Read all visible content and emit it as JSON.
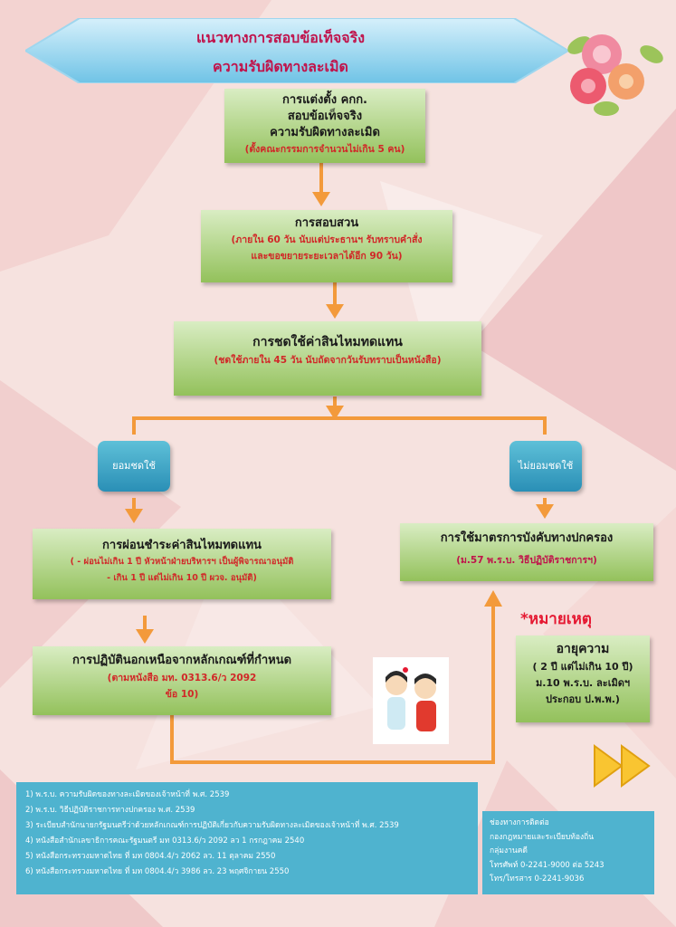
{
  "banner": {
    "line1": "แนวทางการสอบข้อเท็จจริง",
    "line2": "ความรับผิดทางละเมิด"
  },
  "steps": {
    "appoint": {
      "title1": "การแต่งตั้ง คกก.",
      "title2": "สอบข้อเท็จจริง",
      "title3": "ความรับผิดทางละเมิด",
      "sub": "(ตั้งคณะกรรมการจำนวนไม่เกิน 5 คน)"
    },
    "investigate": {
      "title": "การสอบสวน",
      "sub1": "(ภายใน 60 วัน นับแต่ประธานฯ รับทราบคำสั่ง",
      "sub2": "และขอขยายระยะเวลาได้อีก 90 วัน)"
    },
    "compensate": {
      "title": "การชดใช้ค่าสินไหมทดแทน",
      "sub": "(ชดใช้ภายใน 45 วัน นับถัดจากวันรับทราบเป็นหนังสือ)"
    },
    "accept": "ยอมชดใช้",
    "reject": "ไม่ยอมชดใช้",
    "installment": {
      "title": "การผ่อนชำระค่าสินไหมทดแทน",
      "sub1": "( - ผ่อนไม่เกิน 1 ปี หัวหน้าฝ่ายบริหารฯ เป็นผู้พิจารณาอนุมัติ",
      "sub2": "- เกิน 1 ปี แต่ไม่เกิน 10 ปี ผวจ. อนุมัติ)"
    },
    "exception": {
      "title": "การปฏิบัตินอกเหนือจากหลักเกณฑ์ที่กำหนด",
      "sub1": "(ตามหนังสือ มท. 0313.6/ว 2092",
      "sub2": "ข้อ 10)"
    },
    "enforce": {
      "title": "การใช้มาตรการบังคับทางปกครอง",
      "sub": "(ม.57 พ.ร.บ. วิธีปฏิบัติราชการฯ)"
    }
  },
  "note": {
    "label": "*หมายเหตุ",
    "title": "อายุความ",
    "line1": "( 2 ปี แต่ไม่เกิน 10 ปี)",
    "line2": "ม.10 พ.ร.บ. ละเมิดฯ",
    "line3": "ประกอบ ป.พ.พ.)"
  },
  "references": [
    "1) พ.ร.บ. ความรับผิดของทางละเมิดของเจ้าหน้าที่ พ.ศ. 2539",
    "2) พ.ร.บ. วิธีปฏิบัติราชการทางปกครอง พ.ศ. 2539",
    "3) ระเบียบสำนักนายกรัฐมนตรีว่าด้วยหลักเกณฑ์การปฏิบัติเกี่ยวกับความรับผิดทางละเมิดของเจ้าหน้าที่ พ.ศ. 2539",
    "4) หนังสือสำนักเลขาธิการคณะรัฐมนตรี มท 0313.6/ว 2092 ลว 1 กรกฎาคม 2540",
    "5) หนังสือกระทรวงมหาดไทย ที่ มท 0804.4/ว 2062 ลว. 11 ตุลาคม 2550",
    "6) หนังสือกระทรวงมหาดไทย ที่ มท 0804.4/ว 3986 ลว. 23 พฤศจิกายน 2550"
  ],
  "contact": [
    "ช่องทางการติดต่อ",
    "กองกฎหมายและระเบียบท้องถิ่น",
    "กลุ่มงานคดี",
    "โทรศัพท์ 0-2241-9000 ต่อ 5243",
    "โทร/โทรสาร 0-2241-9036"
  ],
  "colors": {
    "arrow": "#f39a3b",
    "box_top": "#d9edc3",
    "box_bottom": "#93c15b",
    "decision": "#2a8fb6",
    "accent": "#e51932"
  }
}
